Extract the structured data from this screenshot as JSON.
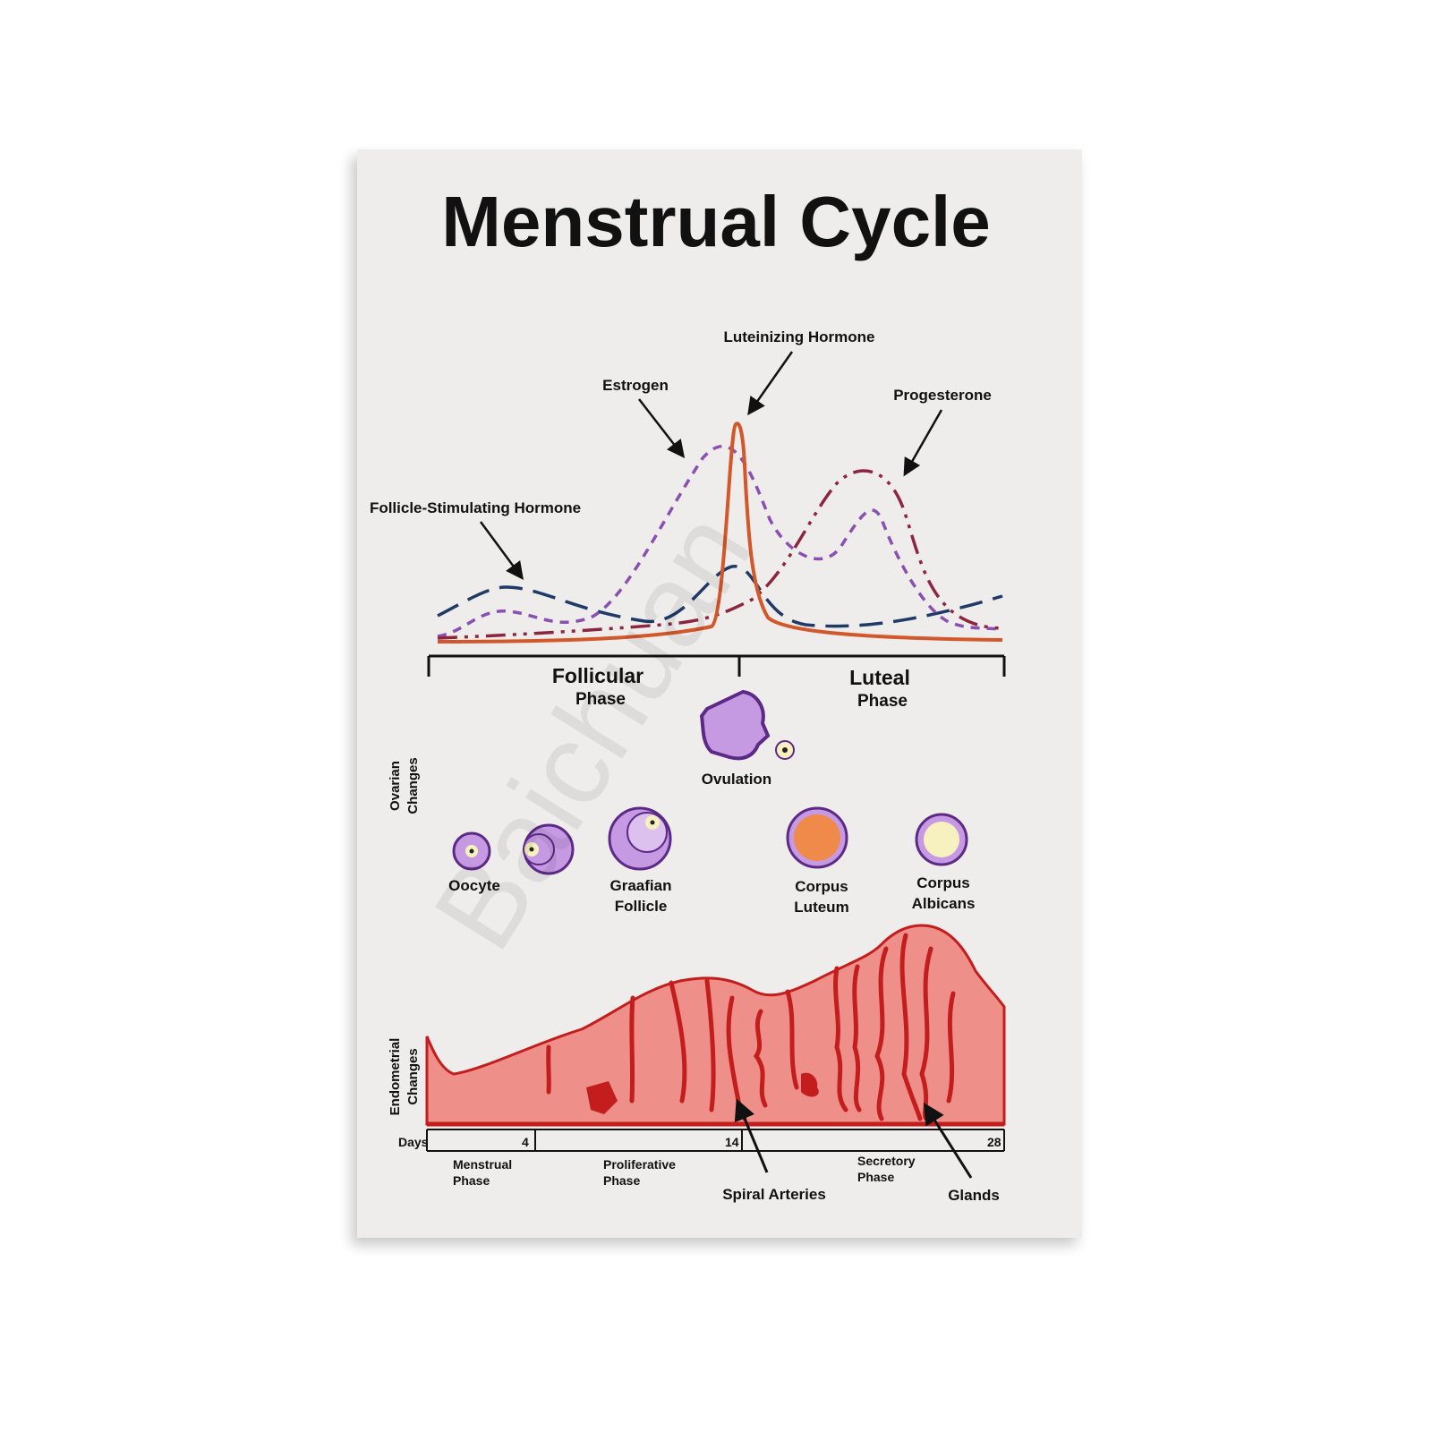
{
  "title": "Menstrual Cycle",
  "hormones": {
    "lh": "Luteinizing Hormone",
    "estrogen": "Estrogen",
    "progesterone": "Progesterone",
    "fsh": "Follicle-Stimulating Hormone"
  },
  "ovarian_phases": {
    "follicular_1": "Follicular",
    "follicular_2": "Phase",
    "luteal_1": "Luteal",
    "luteal_2": "Phase"
  },
  "ovulation": "Ovulation",
  "side_labels": {
    "ovarian_1": "Ovarian",
    "ovarian_2": "Changes",
    "endometrial_1": "Endometrial",
    "endometrial_2": "Changes"
  },
  "stages": {
    "oocyte": "Oocyte",
    "graafian_1": "Graafian",
    "graafian_2": "Follicle",
    "luteum_1": "Corpus",
    "luteum_2": "Luteum",
    "albicans_1": "Corpus",
    "albicans_2": "Albicans"
  },
  "days": {
    "label": "Days",
    "d4": "4",
    "d14": "14",
    "d28": "28"
  },
  "uterine_phases": {
    "menstrual_1": "Menstrual",
    "menstrual_2": "Phase",
    "proliferative_1": "Proliferative",
    "proliferative_2": "Phase",
    "secretory_1": "Secretory",
    "secretory_2": "Phase"
  },
  "callouts": {
    "spiral": "Spiral Arteries",
    "glands": "Glands"
  },
  "watermark": "Baichuan",
  "colors": {
    "fsh": "#1f3a66",
    "estrogen": "#8a4fb0",
    "lh": "#d2572a",
    "progesterone": "#8c2640",
    "endometrium": "#ee8f89",
    "endometrium_edge": "#c41d1d",
    "follicle": "#b98ad8",
    "follicle_edge": "#5c2a86",
    "luteum": "#f08a4b",
    "albicans": "#f7f1bf"
  }
}
